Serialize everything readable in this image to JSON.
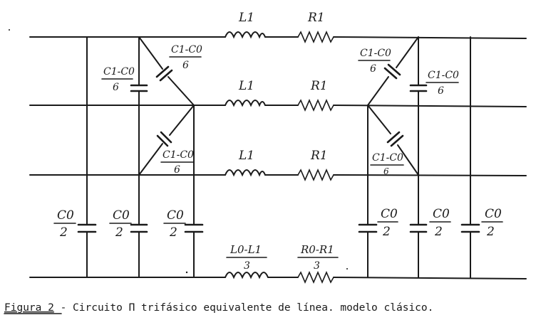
{
  "labels": {
    "series_inductor": "L1",
    "series_resistor": "R1",
    "neutral_inductor_num": "L0-L1",
    "neutral_inductor_den": "3",
    "neutral_resistor_num": "R0-R1",
    "neutral_resistor_den": "3",
    "mutual_cap_num": "C1-C0",
    "mutual_cap_den": "6",
    "ground_cap_num": "C0",
    "ground_cap_den": "2"
  },
  "caption": {
    "prefix": "Figura 2",
    "text": " - Circuito Π trifásico equivalente de línea. modelo clásico."
  }
}
